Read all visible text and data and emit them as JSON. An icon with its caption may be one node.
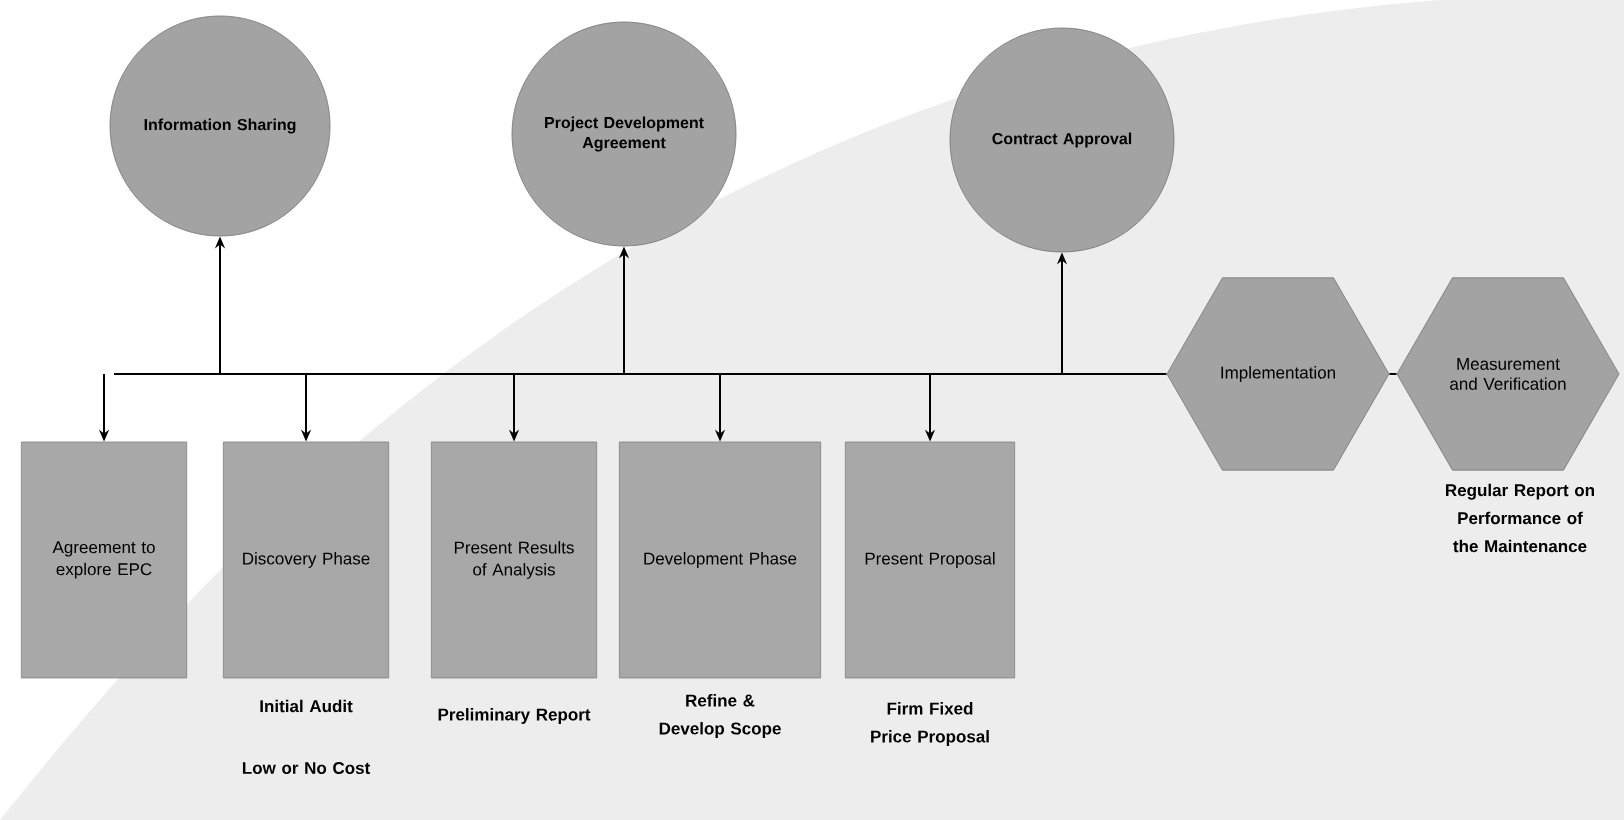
{
  "diagram": {
    "nodes": [
      {
        "text": [
          "Information Sharing"
        ]
      },
      {
        "text": [
          "Project Development Agreement"
        ]
      },
      {
        "text": [
          "Contract Approval"
        ]
      },
      {
        "text": [
          "Agreement to explore EPC"
        ]
      },
      {
        "text": [
          "Discovery Phase"
        ],
        "beside": [
          "Initial Audit",
          "Low or No Cost"
        ]
      },
      {
        "text": [
          "Present Results of Analysis"
        ],
        "beside": [
          "Preliminary Report"
        ]
      },
      {
        "text": [
          "Development Phase"
        ],
        "beside": [
          "Refine & Develop Scope"
        ]
      },
      {
        "text": [
          "Present Proposal"
        ],
        "beside": [
          "Firm Fixed Price Proposal"
        ]
      },
      {
        "text": [
          "Implementation"
        ]
      },
      {
        "text": [
          "Measurement and Verification"
        ],
        "beside": [
          "Regular Report on Performance of the Maintenance"
        ]
      }
    ],
    "edges": [
      {
        "from": null,
        "to": 0,
        "arrow": "to"
      },
      {
        "from": null,
        "to": 1,
        "arrow": "to"
      },
      {
        "from": null,
        "to": 2,
        "arrow": "to"
      },
      {
        "from": null,
        "to": 3,
        "arrow": "to"
      },
      {
        "from": null,
        "to": 4,
        "arrow": "to"
      },
      {
        "from": null,
        "to": 5,
        "arrow": "to"
      },
      {
        "from": null,
        "to": 6,
        "arrow": "to"
      },
      {
        "from": null,
        "to": 7,
        "arrow": "to"
      },
      {
        "from": 8,
        "to": 9,
        "arrow": "none"
      }
    ]
  }
}
